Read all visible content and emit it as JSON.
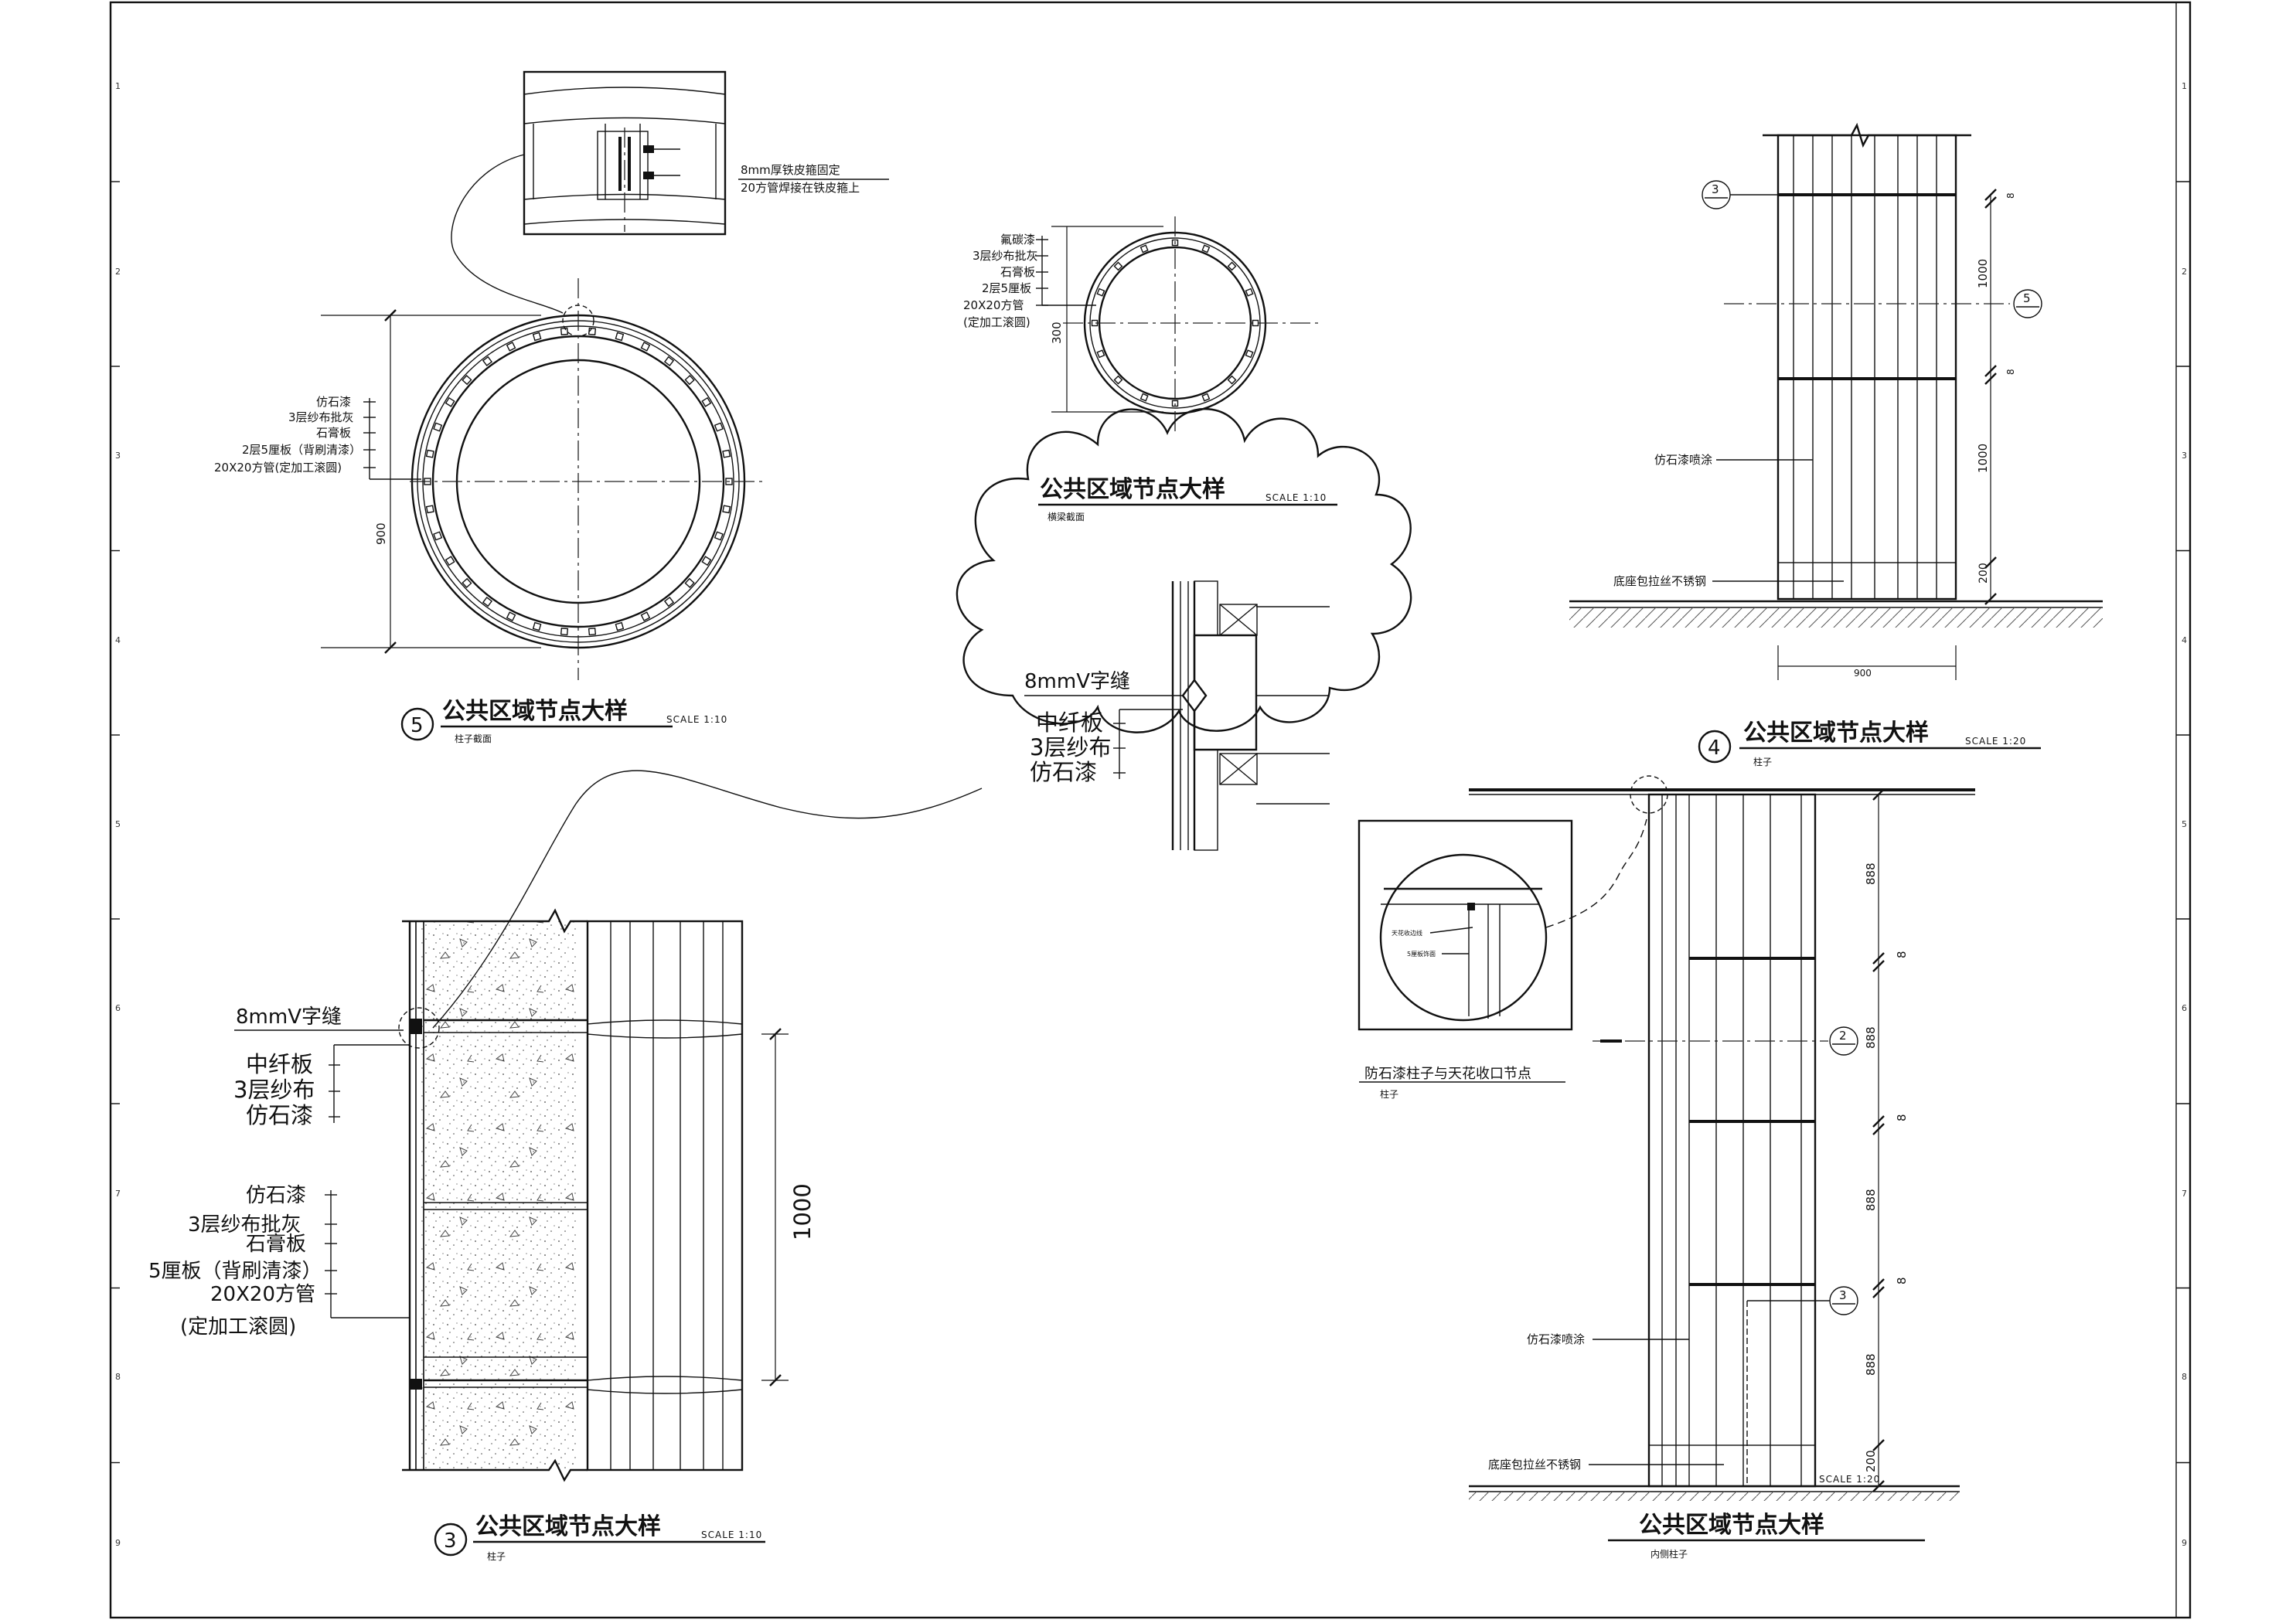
{
  "sheet": {
    "grid_numbers": [
      "1",
      "2",
      "3",
      "4",
      "5",
      "6",
      "7",
      "8",
      "9"
    ]
  },
  "detail5": {
    "number": "5",
    "title": "公共区域节点大样",
    "scale": "SCALE 1:10",
    "subtitle": "柱子截面",
    "dim": "900",
    "layers": [
      "仿石漆",
      "3层纱布批灰",
      "石膏板",
      "2层5厘板（背刷清漆）",
      "20X20方管(定加工滚圆)"
    ],
    "inset_notes": [
      "8mm厚铁皮箍固定",
      "20方管焊接在铁皮箍上"
    ]
  },
  "beam_section": {
    "title": "公共区域节点大样",
    "scale": "SCALE 1:10",
    "subtitle": "横梁截面",
    "dim": "300",
    "layers": [
      "氟碳漆",
      "3层纱布批灰",
      "石膏板",
      "2层5厘板",
      "20X20方管",
      "(定加工滚圆)"
    ]
  },
  "cloud_detail": {
    "labels": [
      "8mmV字缝",
      "中纤板",
      "3层纱布",
      "仿石漆"
    ]
  },
  "detail3": {
    "number": "3",
    "title": "公共区域节点大样",
    "scale": "SCALE 1:10",
    "subtitle": "柱子",
    "dim": "1000",
    "upper_labels": [
      "8mmV字缝",
      "中纤板",
      "3层纱布",
      "仿石漆"
    ],
    "lower_labels": [
      "仿石漆",
      "3层纱布批灰",
      "石膏板",
      "5厘板（背刷清漆）",
      "20X20方管",
      "(定加工滚圆)"
    ]
  },
  "detail4": {
    "number": "4",
    "title": "公共区域节点大样",
    "scale": "SCALE 1:20",
    "subtitle": "柱子",
    "dims": [
      "8",
      "1000",
      "8",
      "1000",
      "200"
    ],
    "width_dim": "900",
    "paint_label": "仿石漆喷涂",
    "base_label": "底座包拉丝不锈钢",
    "section_marks": [
      "3",
      "5"
    ]
  },
  "junction": {
    "title": "防石漆柱子与天花收口节点",
    "subtitle": "柱子",
    "inner_notes": [
      "天花收边线",
      "5厘板饰面"
    ]
  },
  "inner_column": {
    "title": "公共区域节点大样",
    "subtitle": "内侧柱子",
    "scale": "SCALE 1:20",
    "dims": [
      "888",
      "8",
      "888",
      "8",
      "888",
      "8",
      "888",
      "200"
    ],
    "paint_label": "仿石漆喷涂",
    "base_label": "底座包拉丝不锈钢",
    "section_marks": [
      "2",
      "3"
    ]
  }
}
